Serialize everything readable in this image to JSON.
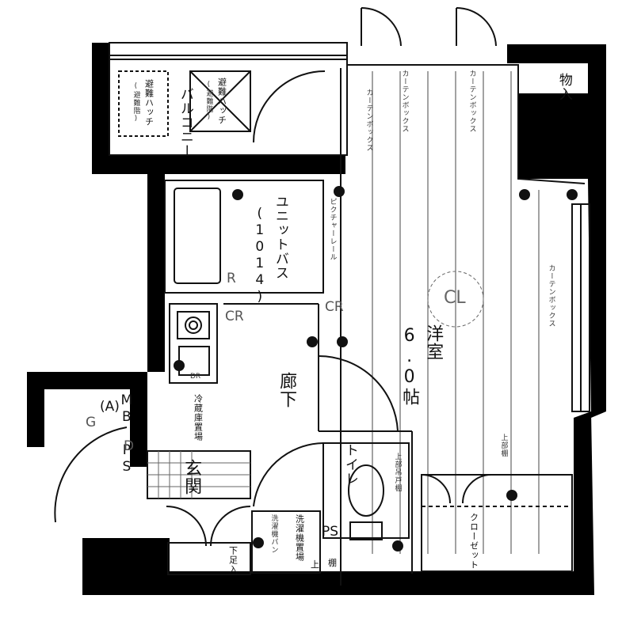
{
  "rooms": {
    "western": {
      "name": "洋室",
      "size": "6.0帖"
    },
    "closet_cl": "CL",
    "unit_bath": {
      "name": "ユニットバス",
      "code": "(1014)"
    },
    "hallway": "廊下",
    "entrance": "玄関",
    "toilet": "トイレ",
    "balcony": "バルコニー",
    "storage": "物入",
    "closet": "クローゼット",
    "shoe_storage": "下足入"
  },
  "labels": {
    "evac_hatch_1": "避難ハッチ",
    "evac_hatch_1_note": "(避難階)",
    "evac_hatch_2": "避難ハッチ",
    "evac_hatch_2_note": "(避難階)",
    "curtain_box_top_a": "カーテンボックス",
    "curtain_box_top_b": "カーテンボックス",
    "curtain_box_diag": "カーテンボックス",
    "curtain_box_right": "カーテンボックス",
    "picture_rail": "ピクチャーレール",
    "fridge_space": "冷蔵庫置場",
    "washer_space": "洗濯機置場",
    "mb_ps": "MB PS",
    "mb_ps_a": "(A)",
    "ps": "PS",
    "upper_cabinet": "上部吊戸棚",
    "upper_shelf": "上部棚",
    "cr_1": "CR",
    "cr_2": "CR",
    "r_mark": "R",
    "dr_mark": "DR",
    "d_mark": "D",
    "g_mark": "G",
    "shelf": "棚",
    "upper_small": "上",
    "washer_bin": "洗濯機パン"
  }
}
